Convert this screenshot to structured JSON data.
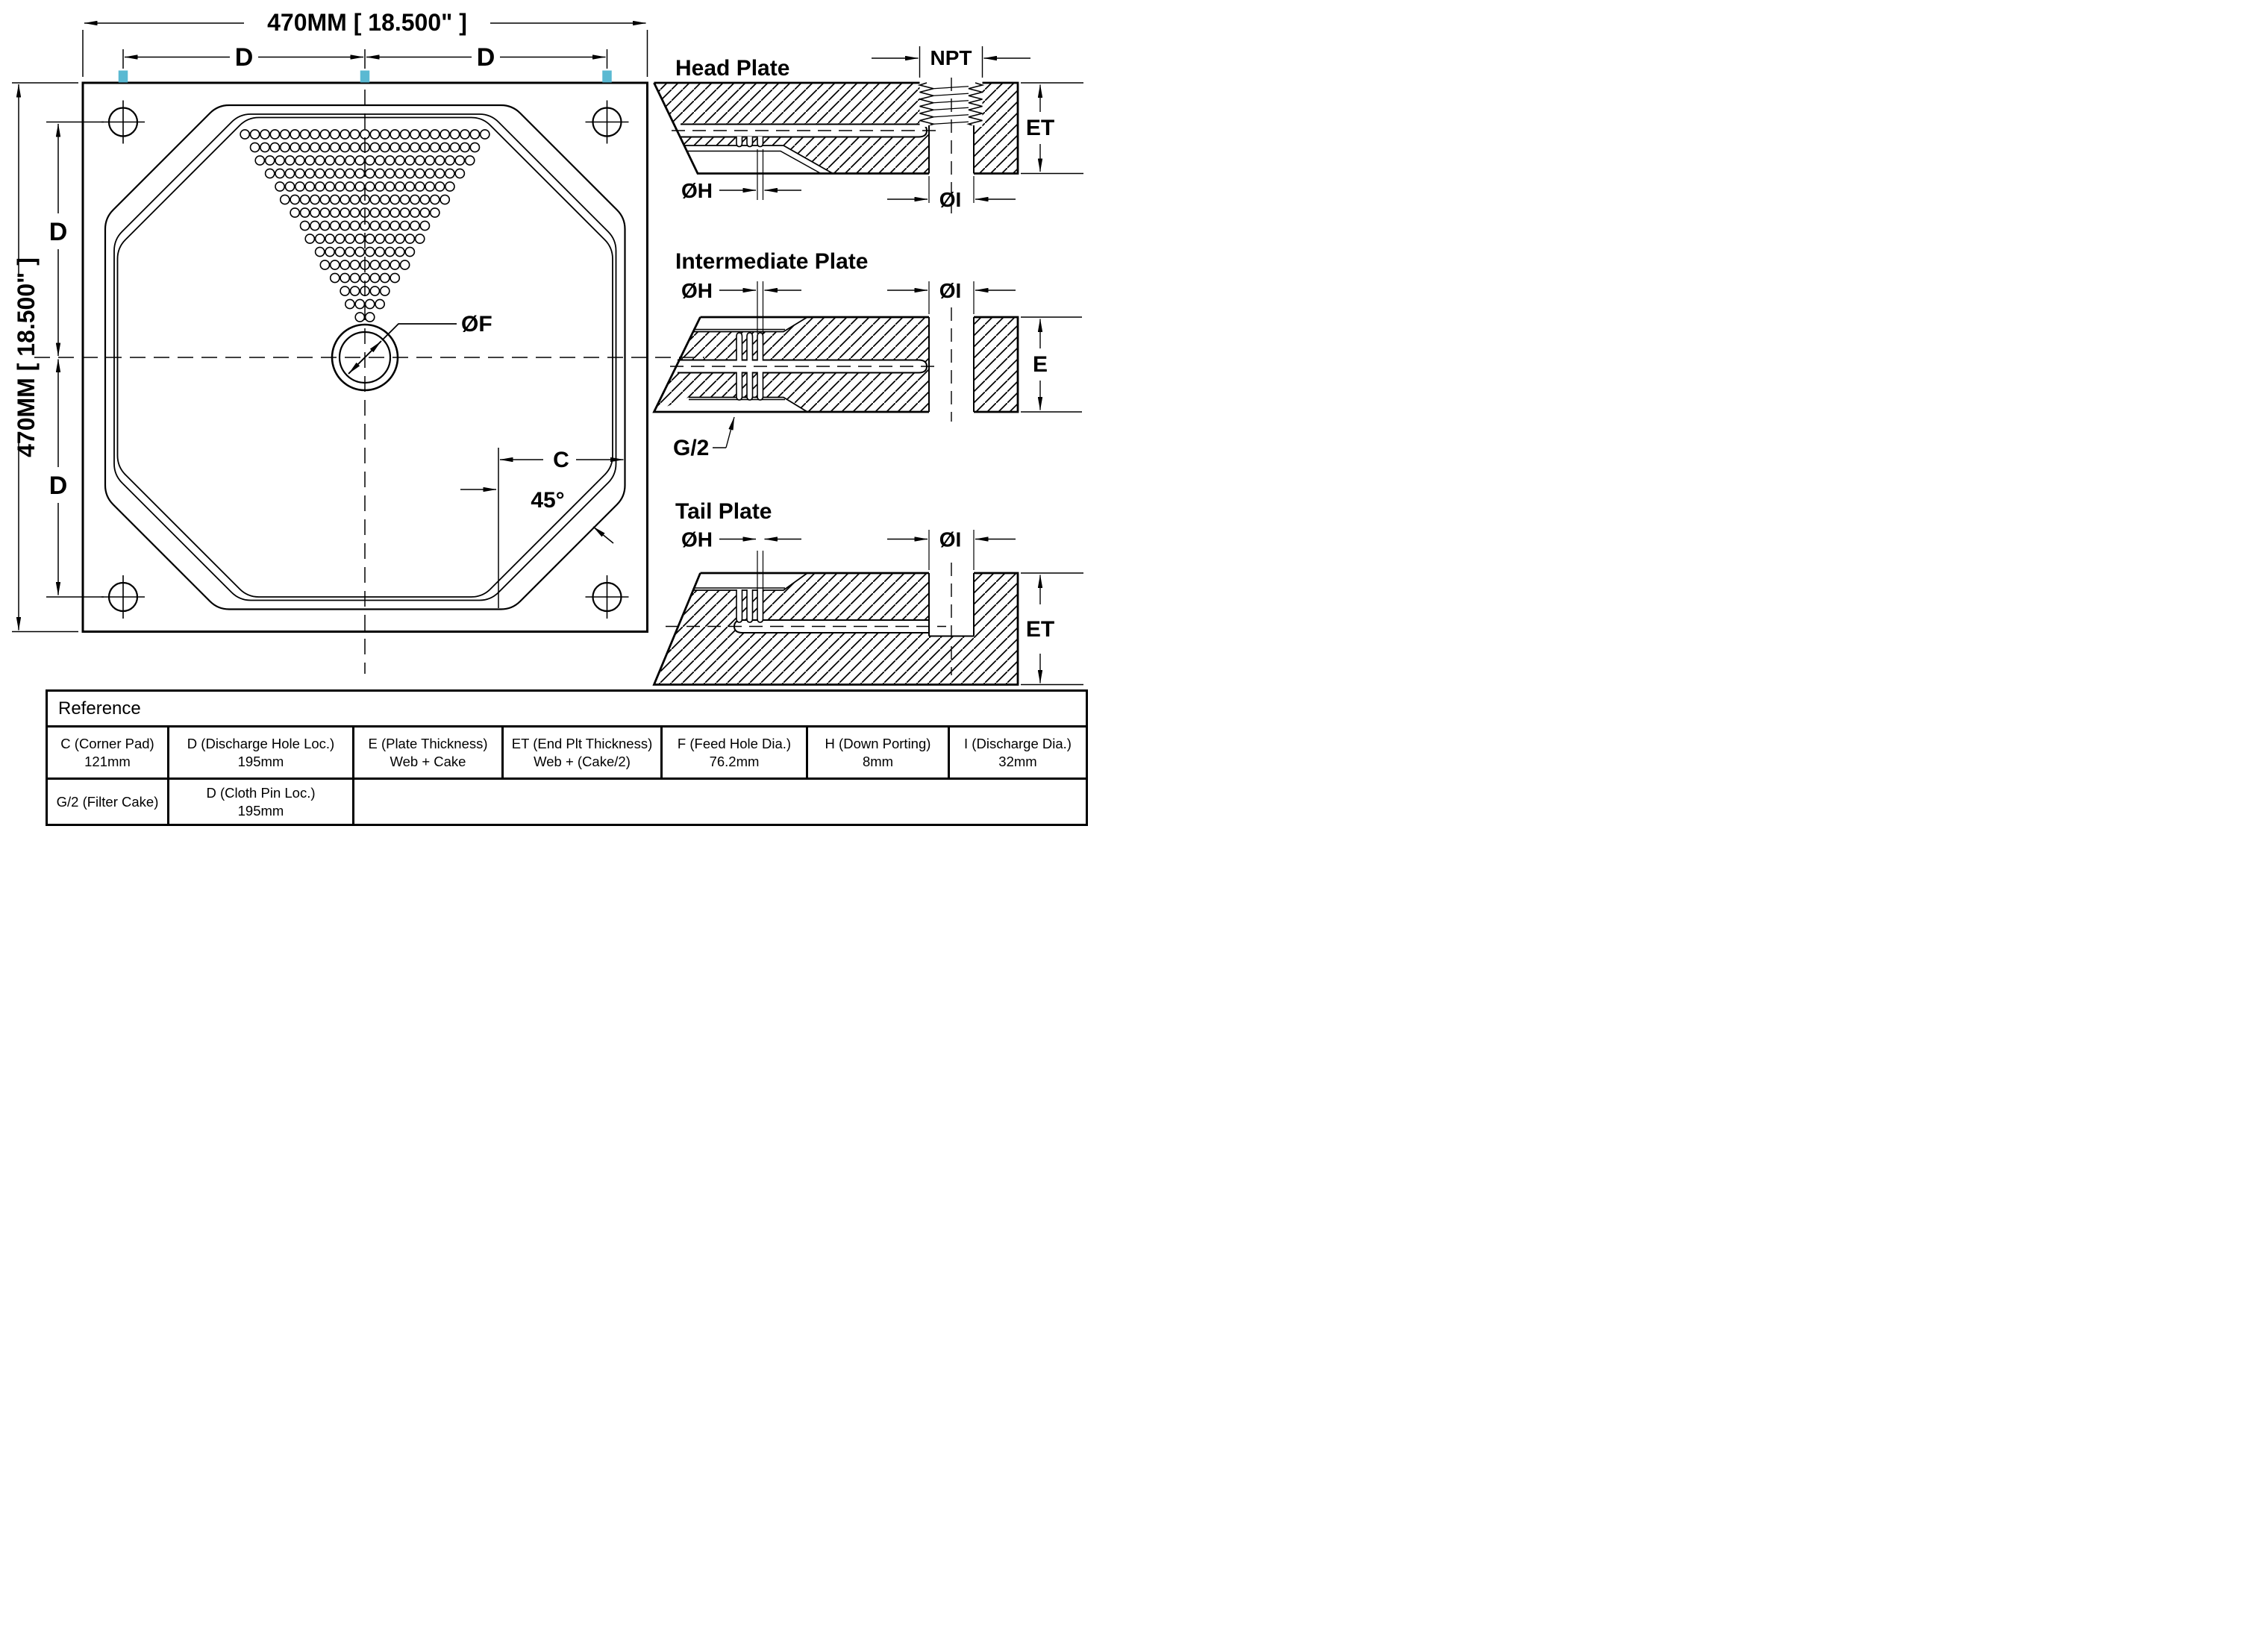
{
  "colors": {
    "ink": "#000000",
    "pin_marker": "#5ab9d2",
    "background": "#ffffff"
  },
  "plate_view": {
    "width_dim": "470MM [ 18.500\" ]",
    "height_dim": "470MM [ 18.500\" ]",
    "pin_dim": "D",
    "feed_label": "ØF",
    "corner_dim": "C",
    "chamfer_angle": "45°"
  },
  "sections": {
    "head": {
      "title": "Head Plate",
      "npt": "NPT",
      "thickness": "ET",
      "down_port": "ØH",
      "discharge": "ØI"
    },
    "intermediate": {
      "title": "Intermediate Plate",
      "down_port": "ØH",
      "discharge": "ØI",
      "thickness": "E",
      "cake": "G/2"
    },
    "tail": {
      "title": "Tail Plate",
      "down_port": "ØH",
      "discharge": "ØI",
      "thickness": "ET"
    }
  },
  "table": {
    "title": "Reference",
    "cells": [
      {
        "label": "C (Corner Pad)",
        "value": "121mm"
      },
      {
        "label": "D (Discharge Hole Loc.)",
        "value": "195mm"
      },
      {
        "label": "E (Plate Thickness)",
        "value": "Web + Cake"
      },
      {
        "label": "ET (End Plt Thickness)",
        "value": "Web + (Cake/2)"
      },
      {
        "label": "F (Feed Hole Dia.)",
        "value": "76.2mm"
      },
      {
        "label": "H (Down Porting)",
        "value": "8mm"
      },
      {
        "label": "I (Discharge Dia.)",
        "value": "32mm"
      }
    ],
    "row2": [
      {
        "label": "G/2 (Filter Cake)",
        "value": ""
      },
      {
        "label": "D (Cloth Pin Loc.)",
        "value": "195mm"
      }
    ]
  }
}
